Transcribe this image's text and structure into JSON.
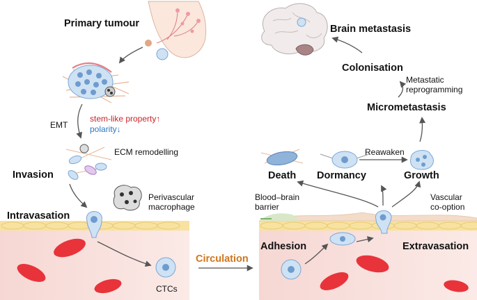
{
  "labels": {
    "primary_tumour": "Primary tumour",
    "emt": "EMT",
    "stem_like": "stem-like property↑",
    "polarity": "polarity↓",
    "ecm_remodelling": "ECM remodelling",
    "invasion": "Invasion",
    "perivascular_macrophage": [
      "Perivascular",
      "macrophage"
    ],
    "intravasation": "Intravasation",
    "ctcs": "CTCs",
    "circulation": "Circulation",
    "brain_metastasis": "Brain metastasis",
    "colonisation": "Colonisation",
    "metastatic_reprogramming": [
      "Metastatic",
      "reprogramming"
    ],
    "micrometastasis": "Micrometastasis",
    "reawaken": "Reawaken",
    "death": "Death",
    "dormancy": "Dormancy",
    "growth": "Growth",
    "bbb": [
      "Blood–brain",
      "barrier"
    ],
    "vascular_cooption": [
      "Vascular",
      "co-option"
    ],
    "adhesion": "Adhesion",
    "extravasation": "Extravasation"
  },
  "colors": {
    "vessel": "#fbe7e4",
    "endothelium": "#f7e2a0",
    "rbc": "#e8333b",
    "cell": "#cfe2f3",
    "nucleus": "#6e9ccf",
    "arrow": "#555555",
    "stem_text": "#c8252c",
    "polarity_text": "#2b78c0",
    "circulation_text": "#d0761c"
  },
  "icons": [
    "breast-icon",
    "brain-icon",
    "tumour-cluster-icon",
    "macrophage-icon",
    "blood-vessel-icon",
    "red-blood-cell-icon",
    "tumour-cell-icon"
  ]
}
